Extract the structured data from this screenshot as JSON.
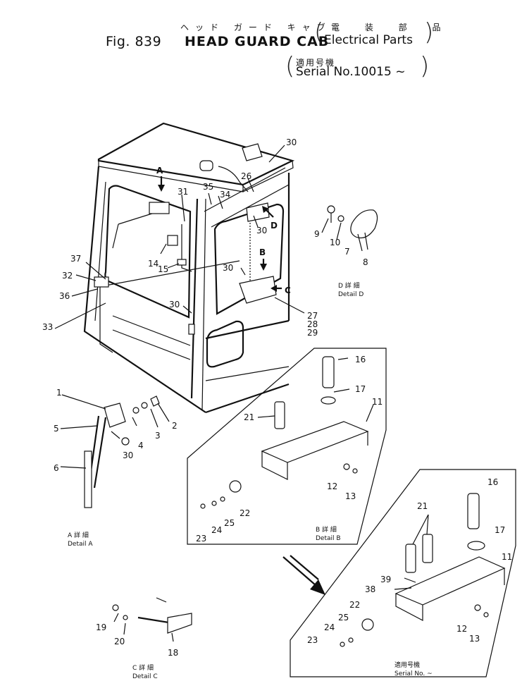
{
  "header": {
    "fig_label": "Fig. 839",
    "title": "HEAD GUARD CAB",
    "title_jp": "ヘッド ガード キャブ",
    "parts_jp": "電 装 部 品",
    "parts_en": "Electrical Parts",
    "serial_jp": "適用号機",
    "serial_en": "Serial No.10015 ~"
  },
  "details": {
    "a": {
      "jp": "A 詳 細",
      "en": "Detail A"
    },
    "b": {
      "jp": "B 詳 細",
      "en": "Detail B"
    },
    "c": {
      "jp": "C 詳 細",
      "en": "Detail C"
    },
    "d": {
      "jp": "D 詳 細",
      "en": "Detail D"
    },
    "serial_small_jp": "適用号機",
    "serial_small_en": "Serial No. ~"
  },
  "arrows": {
    "a": "A",
    "b": "B",
    "c": "C",
    "d": "D"
  },
  "callouts": {
    "n30a": "30",
    "n26": "26",
    "n31": "31",
    "n35": "35",
    "n34": "34",
    "n30b": "30",
    "n9": "9",
    "n10": "10",
    "n7": "7",
    "n8": "8",
    "n37": "37",
    "n32": "32",
    "n36": "36",
    "n14": "14",
    "n15": "15",
    "n30c": "30",
    "n30d": "30",
    "n33": "33",
    "n27": "27",
    "n28": "28",
    "n29": "29",
    "n1": "1",
    "n5": "5",
    "n6": "6",
    "n3": "3",
    "n2": "2",
    "n4": "4",
    "n30e": "30",
    "n16a": "16",
    "n17a": "17",
    "n21a": "21",
    "n11a": "11",
    "n12a": "12",
    "n13a": "13",
    "n22a": "22",
    "n23a": "23",
    "n24a": "24",
    "n25a": "25",
    "n16b": "16",
    "n21b": "21",
    "n17b": "17",
    "n11b": "11",
    "n39": "39",
    "n38": "38",
    "n22b": "22",
    "n25b": "25",
    "n24b": "24",
    "n23b": "23",
    "n12b": "12",
    "n13b": "13",
    "n19": "19",
    "n20": "20",
    "n18": "18"
  }
}
